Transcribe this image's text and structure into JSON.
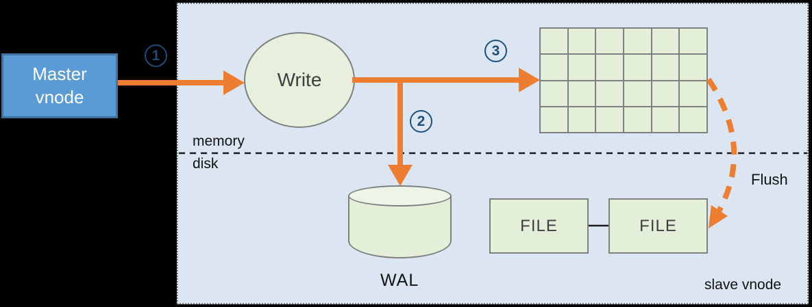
{
  "diagram": {
    "master_vnode": {
      "label": "Master\nvnode"
    },
    "write_node": {
      "label": "Write"
    },
    "steps": [
      {
        "number": "1"
      },
      {
        "number": "2"
      },
      {
        "number": "3"
      }
    ],
    "labels": {
      "memory": "memory",
      "disk": "disk",
      "wal": "WAL",
      "flush": "Flush",
      "slave_vnode": "slave vnode"
    },
    "files": [
      {
        "label": "FILE"
      },
      {
        "label": "FILE"
      }
    ],
    "memory_grid": {
      "rows": 4,
      "cols": 6
    },
    "colors": {
      "background": "#000000",
      "panel_fill": "#dbe6f2",
      "panel_border": "#7d7d7d",
      "master_fill": "#5b9bd5",
      "master_border": "#41719c",
      "node_fill": "#e4efda",
      "node_border": "#7f7f7f",
      "arrow_orange": "#ed7d31",
      "step_badge": "#1f4e79",
      "divider_line": "#1a1a1a"
    }
  }
}
